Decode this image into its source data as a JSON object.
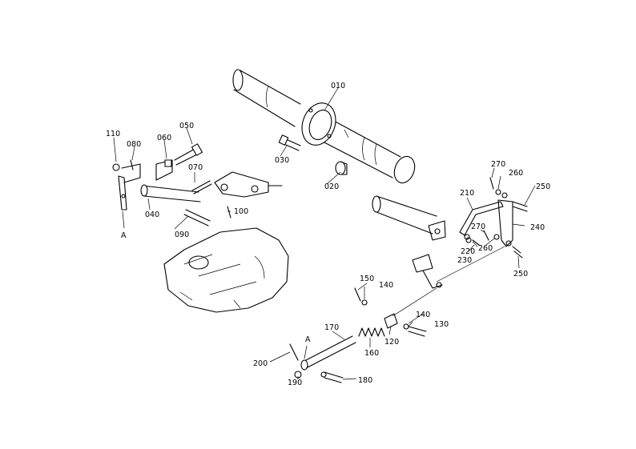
{
  "labels": {
    "p010": "010",
    "p020": "020",
    "p030": "030",
    "p040": "040",
    "p050": "050",
    "p060": "060",
    "p070": "070",
    "p080": "080",
    "p090": "090",
    "p100": "100",
    "p110": "110",
    "p120": "120",
    "p130": "130",
    "p140a": "140",
    "p140b": "140",
    "p150": "150",
    "p160": "160",
    "p170": "170",
    "p180": "180",
    "p190": "190",
    "p200": "200",
    "p210": "210",
    "p220": "220",
    "p230": "230",
    "p240": "240",
    "p250a": "250",
    "p250b": "250",
    "p260a": "260",
    "p260b": "260",
    "p270a": "270",
    "p270b": "270",
    "refA1": "A",
    "refA2": "A"
  }
}
